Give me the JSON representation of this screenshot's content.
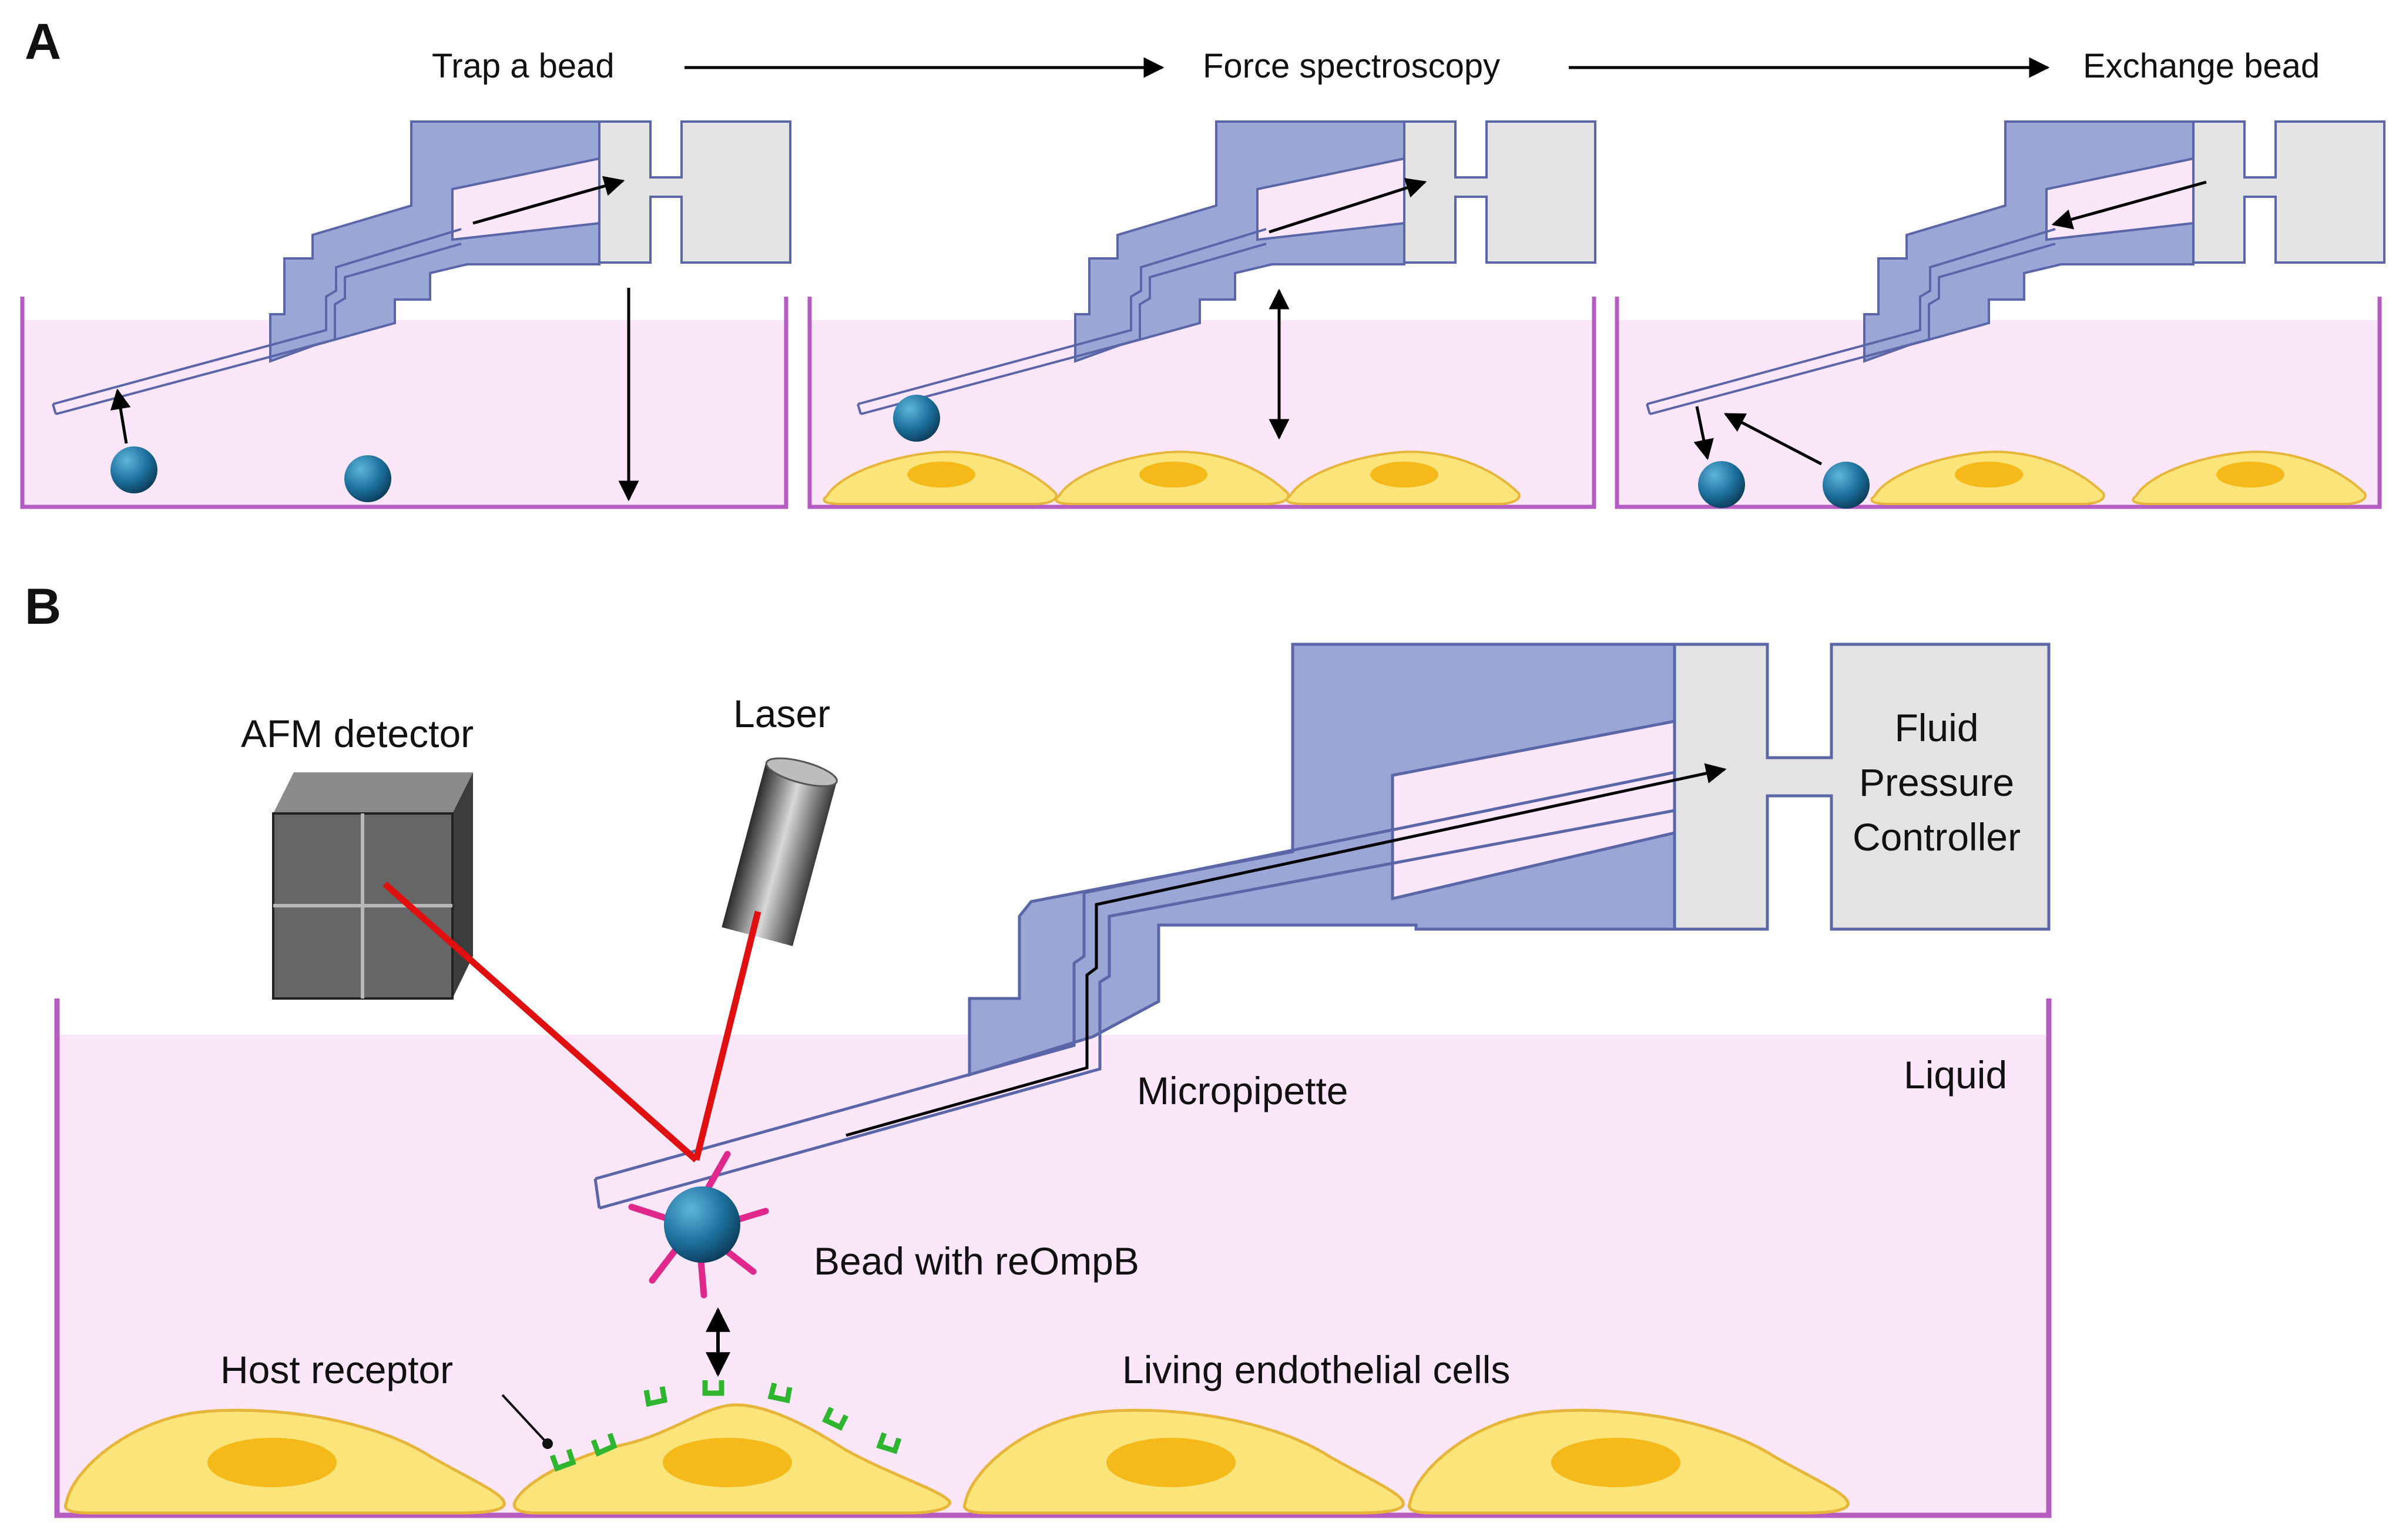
{
  "panel_a": {
    "letter": "A",
    "steps": [
      "Trap a bead",
      "Force spectroscopy",
      "Exchange bead"
    ]
  },
  "panel_b": {
    "letter": "B",
    "labels": {
      "afm_detector": "AFM detector",
      "laser": "Laser",
      "controller_line1": "Fluid",
      "controller_line2": "Pressure",
      "controller_line3": "Controller",
      "liquid": "Liquid",
      "micropipette": "Micropipette",
      "bead": "Bead with reOmpB",
      "host_receptor": "Host receptor",
      "cells": "Living endothelial cells"
    }
  },
  "colors": {
    "holder": "#9aa6d6",
    "holder_stroke": "#5a66a8",
    "controller": "#e3e3e3",
    "liquid": "#fbe6fa",
    "dish": "#b45cc0",
    "cell": "#fbe57a",
    "nucleus": "#f5b91a",
    "bead": "#1c6e9a",
    "laser": "#e01010",
    "receptor": "#2fb52f",
    "spike": "#e0288c"
  }
}
